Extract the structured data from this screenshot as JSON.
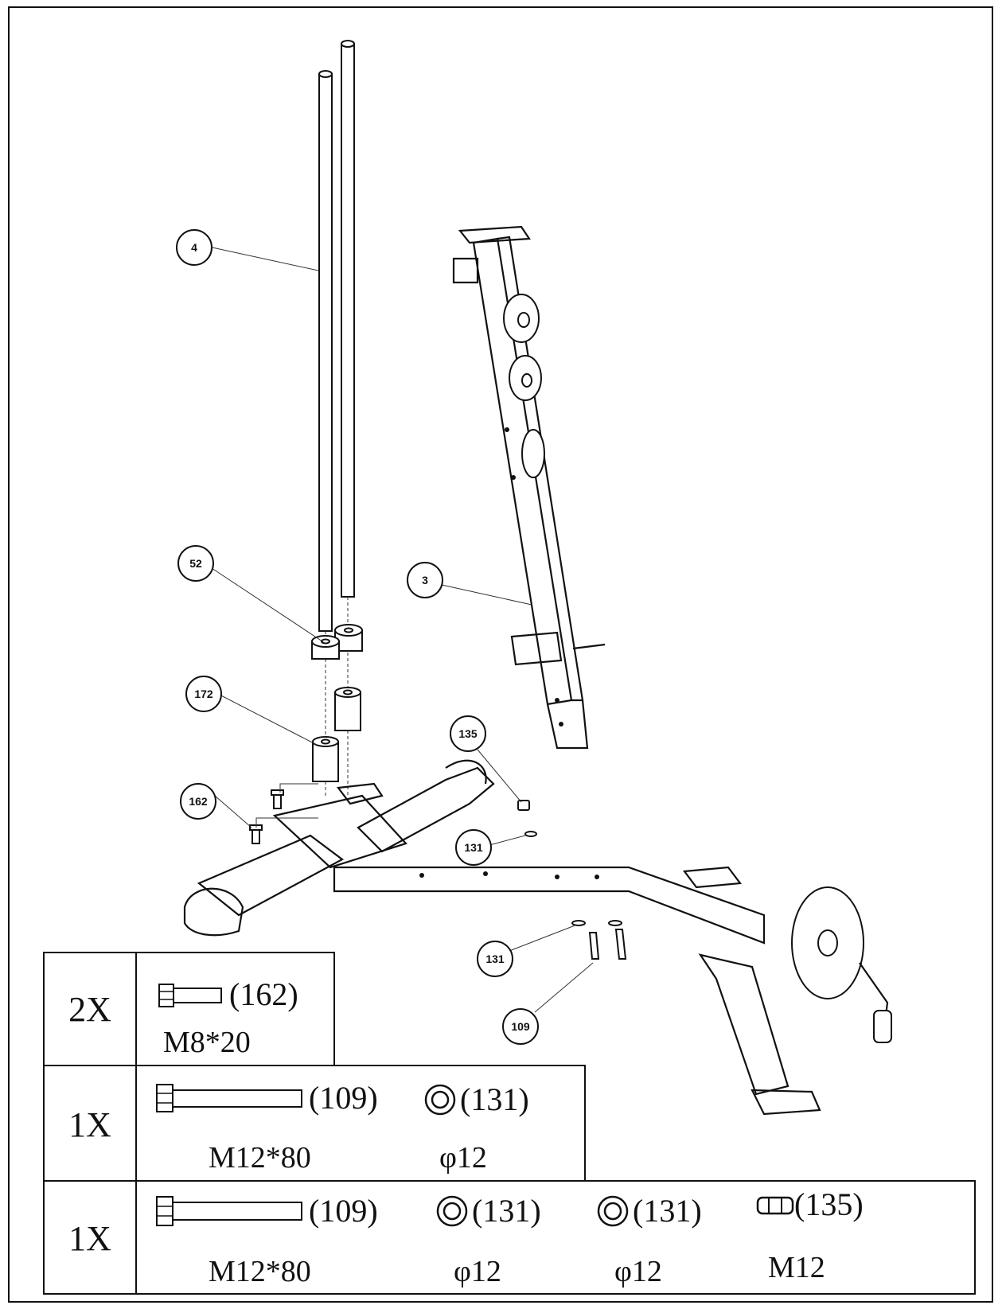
{
  "callouts": [
    {
      "label": "4"
    },
    {
      "label": "52"
    },
    {
      "label": "172"
    },
    {
      "label": "162"
    },
    {
      "label": "3"
    },
    {
      "label": "135"
    },
    {
      "label": "131"
    },
    {
      "label": "131"
    },
    {
      "label": "109"
    }
  ],
  "hardware_table": {
    "rows": [
      {
        "qty": "2X",
        "items": [
          {
            "part": "(162)",
            "spec": "M8*20",
            "icon": "bolt-icon"
          }
        ]
      },
      {
        "qty": "1X",
        "items": [
          {
            "part": "(109)",
            "spec": "M12*80",
            "icon": "bolt-icon"
          },
          {
            "part": "(131)",
            "spec": "φ12",
            "icon": "washer-icon"
          }
        ]
      },
      {
        "qty": "1X",
        "items": [
          {
            "part": "(109)",
            "spec": "M12*80",
            "icon": "bolt-icon"
          },
          {
            "part": "(131)",
            "spec": "φ12",
            "icon": "washer-icon"
          },
          {
            "part": "(131)",
            "spec": "φ12",
            "icon": "washer-icon"
          },
          {
            "part": "(135)",
            "spec": "M12",
            "icon": "nut-icon"
          }
        ]
      }
    ]
  }
}
